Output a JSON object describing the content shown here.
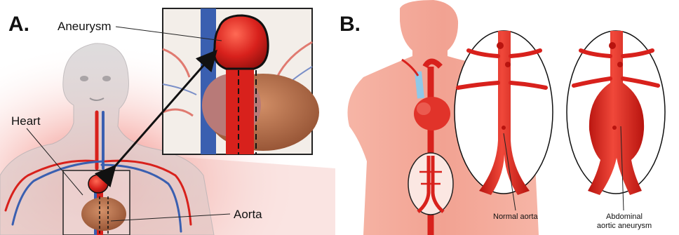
{
  "panel_a": {
    "letter": "A.",
    "labels": {
      "aneurysm": "Aneurysm",
      "heart": "Heart",
      "aorta": "Aorta"
    }
  },
  "panel_b": {
    "letter": "B.",
    "labels": {
      "normal": "Normal aorta",
      "abdominal_line1": "Abdominal",
      "abdominal_line2": "aortic aneurysm"
    }
  },
  "colors": {
    "artery": "#d8211c",
    "vein": "#3a5fb0",
    "skin": "#f2a292",
    "heart": "#b0603a"
  }
}
